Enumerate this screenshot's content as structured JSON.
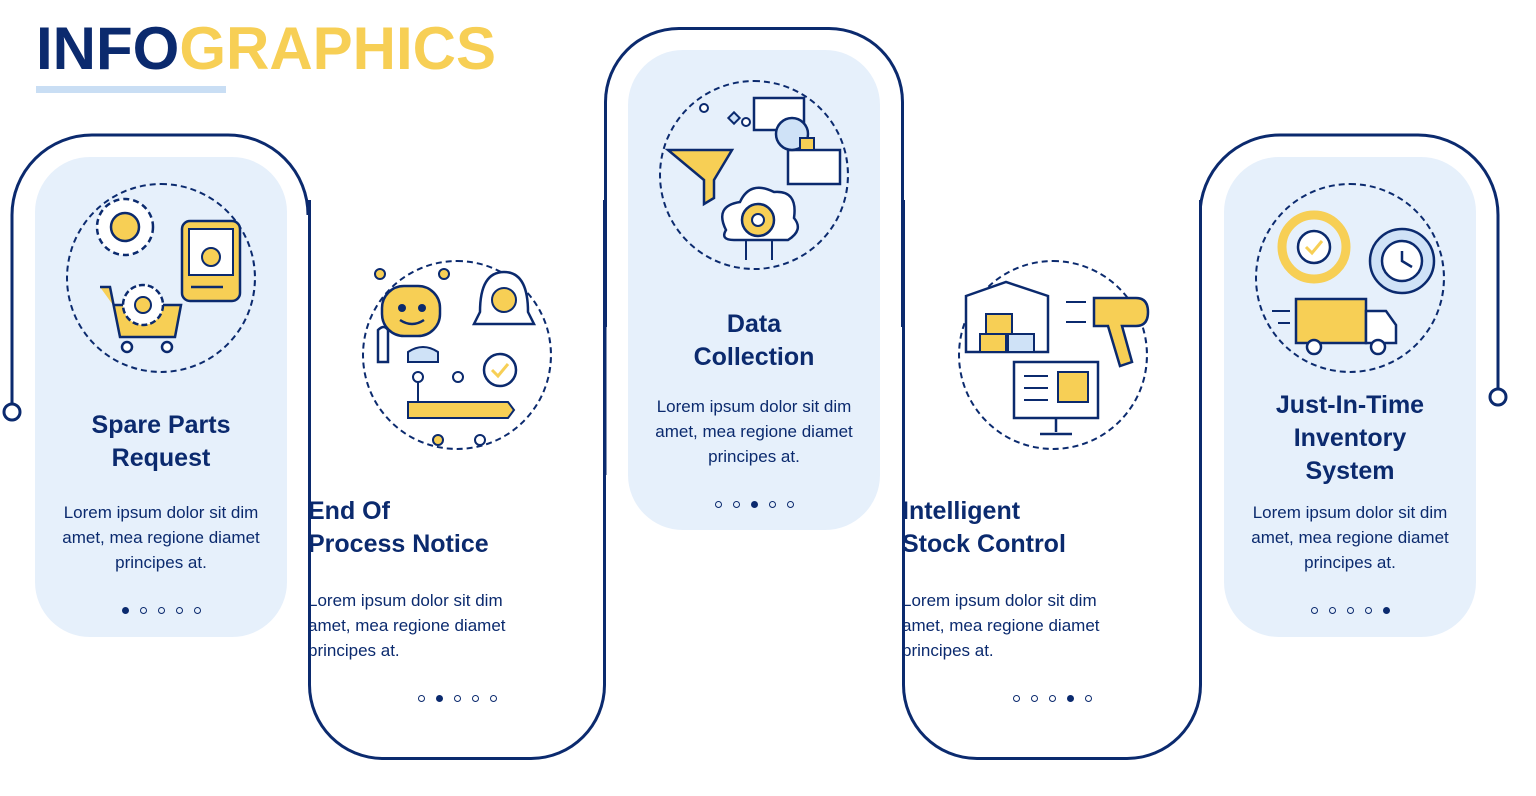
{
  "header": {
    "title_part1": "INFO",
    "title_part2": "GRAPHICS"
  },
  "colors": {
    "navy": "#0b2a6e",
    "yellow": "#f7cf55",
    "light_blue": "#e6f0fb",
    "accent_bar": "#c9def4"
  },
  "steps": [
    {
      "title_line1": "Spare Parts",
      "title_line2": "Request",
      "text_line1": "Lorem ipsum dolor sit dim",
      "text_line2": "amet, mea regione diamet",
      "text_line3": "principes at.",
      "icon": "spare-parts-icon",
      "active_dot": 1
    },
    {
      "title_line1": "End Of",
      "title_line2": "Process Notice",
      "text_line1": "Lorem ipsum dolor sit dim",
      "text_line2": "amet, mea regione diamet",
      "text_line3": "principes at.",
      "icon": "robot-notice-icon",
      "active_dot": 2
    },
    {
      "title_line1": "Data",
      "title_line2": "Collection",
      "text_line1": "Lorem ipsum dolor sit dim",
      "text_line2": "amet, mea regione diamet",
      "text_line3": "principes at.",
      "icon": "data-collection-icon",
      "active_dot": 3
    },
    {
      "title_line1": "Intelligent",
      "title_line2": "Stock Control",
      "text_line1": "Lorem ipsum dolor sit dim",
      "text_line2": "amet, mea regione diamet",
      "text_line3": "principes at.",
      "icon": "stock-control-icon",
      "active_dot": 4
    },
    {
      "title_line1": "Just-In-Time",
      "title_line2": "Inventory",
      "title_line3": "System",
      "text_line1": "Lorem ipsum dolor sit dim",
      "text_line2": "amet, mea regione diamet",
      "text_line3": "principes at.",
      "icon": "jit-delivery-icon",
      "active_dot": 5
    }
  ]
}
